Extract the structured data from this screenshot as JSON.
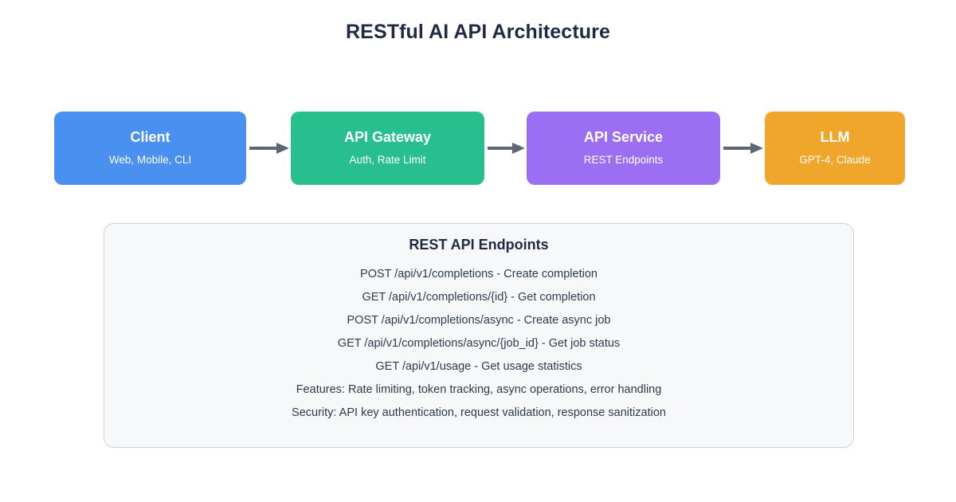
{
  "page": {
    "title": "RESTful AI API Architecture",
    "background_color": "#ffffff",
    "title_color": "#1f2a44"
  },
  "flow": {
    "arrow_color": "#5d6676",
    "nodes": [
      {
        "title": "Client",
        "subtitle": "Web, Mobile, CLI",
        "color": "#4a90f0"
      },
      {
        "title": "API Gateway",
        "subtitle": "Auth, Rate Limit",
        "color": "#27bf8e"
      },
      {
        "title": "API Service",
        "subtitle": "REST Endpoints",
        "color": "#9b6ef3"
      },
      {
        "title": "LLM",
        "subtitle": "GPT-4, Claude",
        "color": "#f0a62a"
      }
    ],
    "arrows": [
      {
        "name": "arrow-client-to-gateway"
      },
      {
        "name": "arrow-gateway-to-service"
      },
      {
        "name": "arrow-service-to-llm"
      }
    ]
  },
  "endpoints_panel": {
    "heading": "REST API Endpoints",
    "background_color": "#f7f8fa",
    "border_color": "#ccd1da",
    "text_color": "#2e3a4d",
    "lines": [
      "POST /api/v1/completions - Create completion",
      "GET /api/v1/completions/{id} - Get completion",
      "POST /api/v1/completions/async - Create async job",
      "GET /api/v1/completions/async/{job_id} - Get job status",
      "GET /api/v1/usage - Get usage statistics",
      "Features: Rate limiting, token tracking, async operations, error handling",
      "Security: API key authentication, request validation, response sanitization"
    ]
  }
}
